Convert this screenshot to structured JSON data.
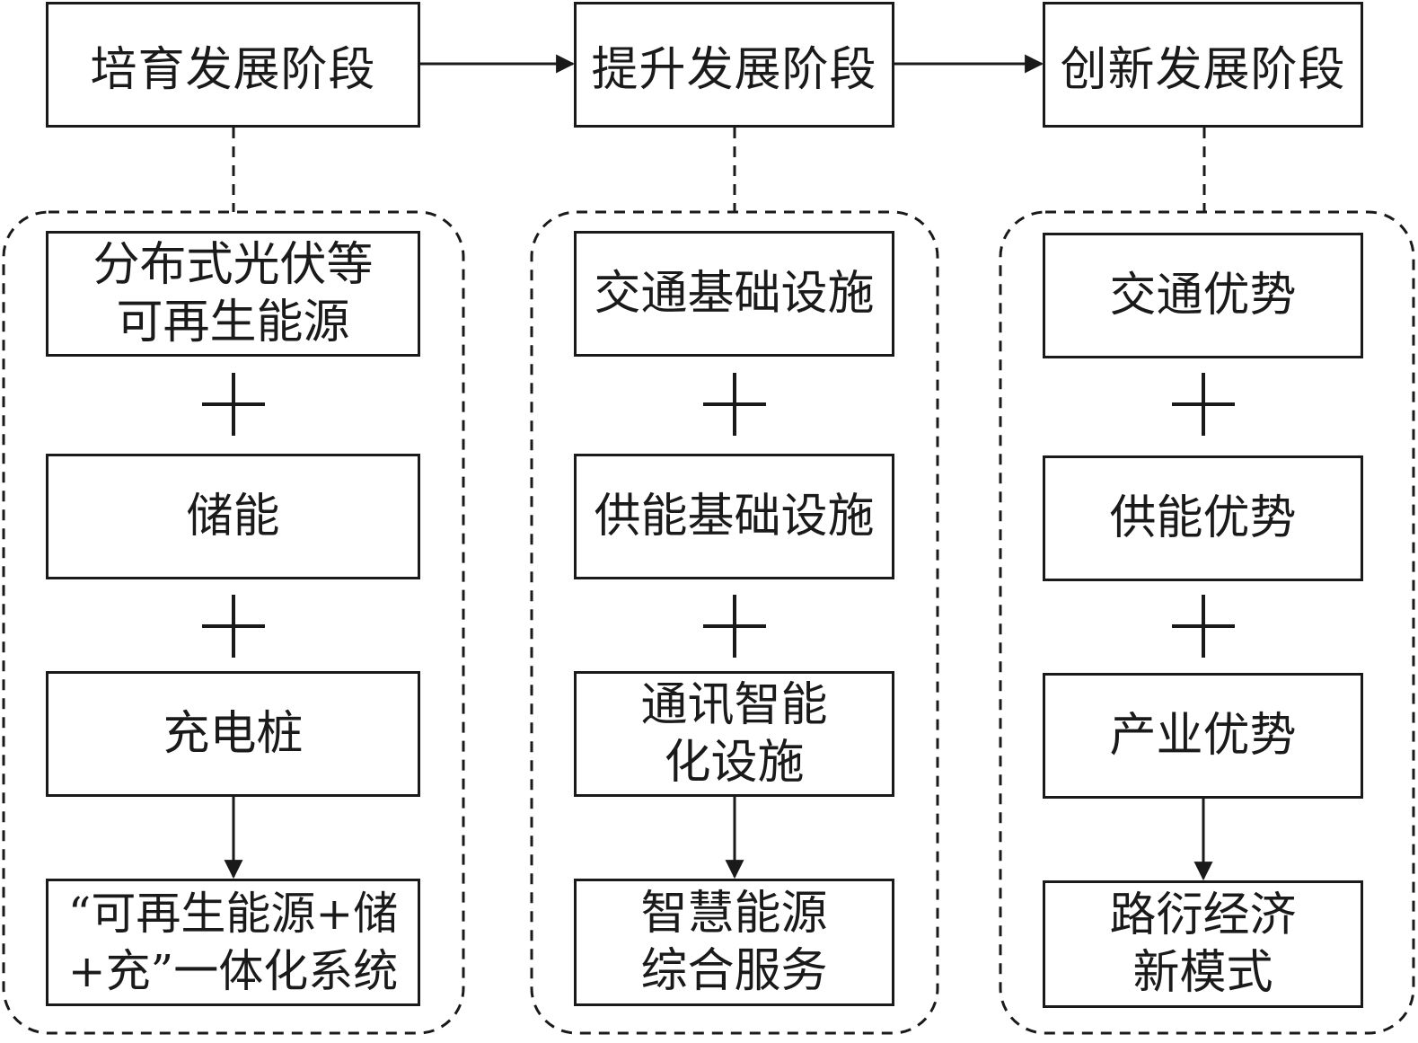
{
  "stages": [
    {
      "title": "培育发展阶段"
    },
    {
      "title": "提升发展阶段"
    },
    {
      "title": "创新发展阶段"
    }
  ],
  "columns": [
    {
      "items": [
        {
          "lines": [
            "分布式光伏等",
            "可再生能源"
          ]
        },
        {
          "lines": [
            "储能"
          ]
        },
        {
          "lines": [
            "充电桩"
          ]
        }
      ],
      "result": {
        "lines": [
          "“可再生能源+储",
          "+充”一体化系统"
        ]
      }
    },
    {
      "items": [
        {
          "lines": [
            "交通基础设施"
          ]
        },
        {
          "lines": [
            "供能基础设施"
          ]
        },
        {
          "lines": [
            "通讯智能",
            "化设施"
          ]
        }
      ],
      "result": {
        "lines": [
          "智慧能源",
          "综合服务"
        ]
      }
    },
    {
      "items": [
        {
          "lines": [
            "交通优势"
          ]
        },
        {
          "lines": [
            "供能优势"
          ]
        },
        {
          "lines": [
            "产业优势"
          ]
        }
      ],
      "result": {
        "lines": [
          "路衍经济",
          "新模式"
        ]
      }
    }
  ],
  "plus_symbol": "+"
}
